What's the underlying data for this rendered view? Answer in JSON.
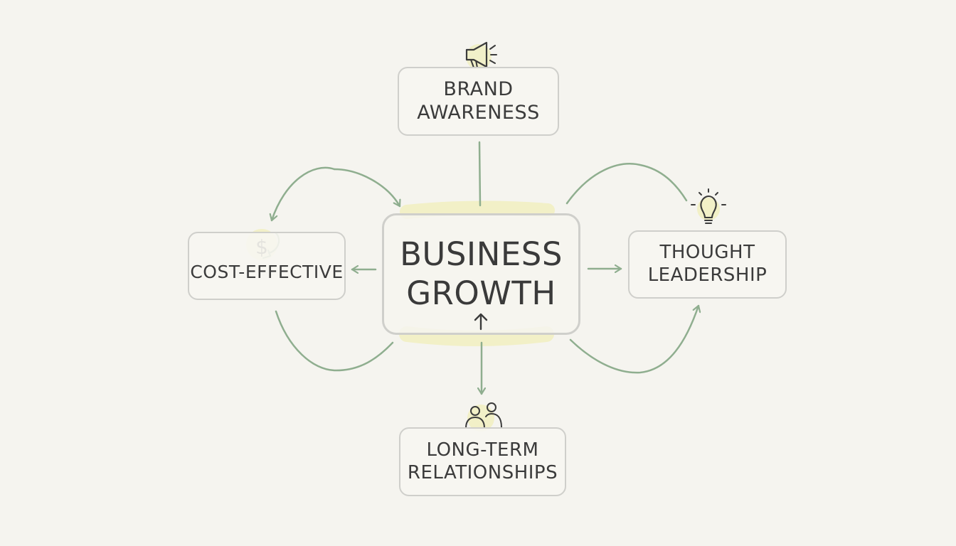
{
  "diagram": {
    "center": {
      "lines": [
        "BUSINESS",
        "GROWTH"
      ],
      "icon": "up-arrow-icon"
    },
    "nodes": {
      "brand_awareness": {
        "lines": [
          "BRAND",
          "AWARENESS"
        ],
        "icon": "megaphone-icon"
      },
      "cost_effective": {
        "lines": [
          "COST-EFFECTIVE"
        ],
        "icon": "dollar-cycle-icon"
      },
      "thought_leadership": {
        "lines": [
          "THOUGHT",
          "LEADERSHIP"
        ],
        "icon": "lightbulb-icon"
      },
      "long_term_relationships": {
        "lines": [
          "LONG-TERM",
          "RELATIONSHIPS"
        ],
        "icon": "people-icon"
      }
    },
    "colors": {
      "background": "#f5f4ef",
      "box_border": "#cfcfcb",
      "arrow_green": "#8fae8f",
      "highlight_yellow": "#f1efc4",
      "text": "#3b3b3b"
    }
  }
}
